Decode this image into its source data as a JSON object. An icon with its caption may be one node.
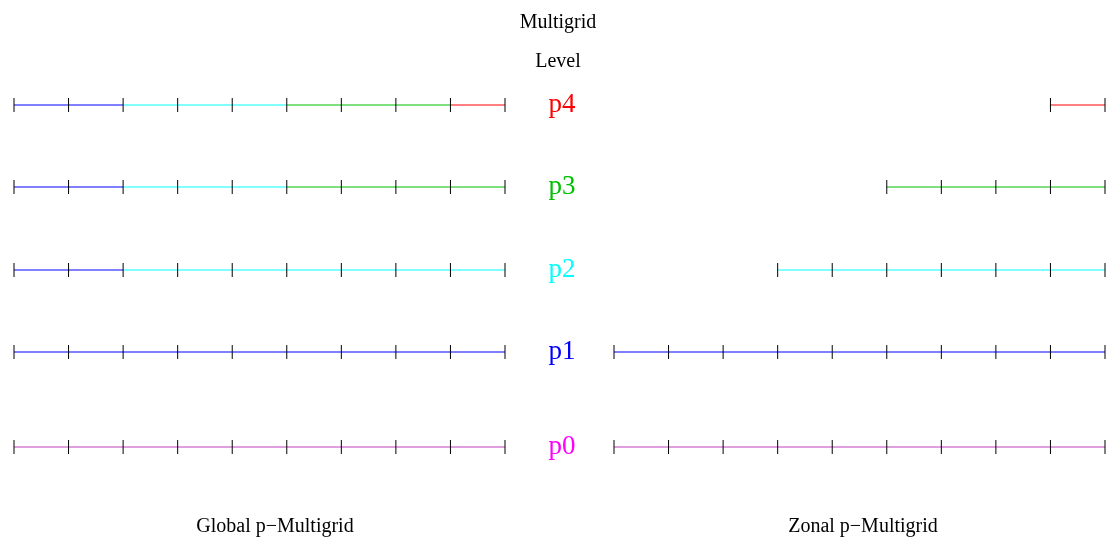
{
  "diagram": {
    "labels": [
      "Multigrid Level",
      "p4",
      "p3",
      "p2",
      "p1",
      "p0",
      "Global p−Multigrid",
      "Zonal p−Multigrid"
    ]
  }
}
